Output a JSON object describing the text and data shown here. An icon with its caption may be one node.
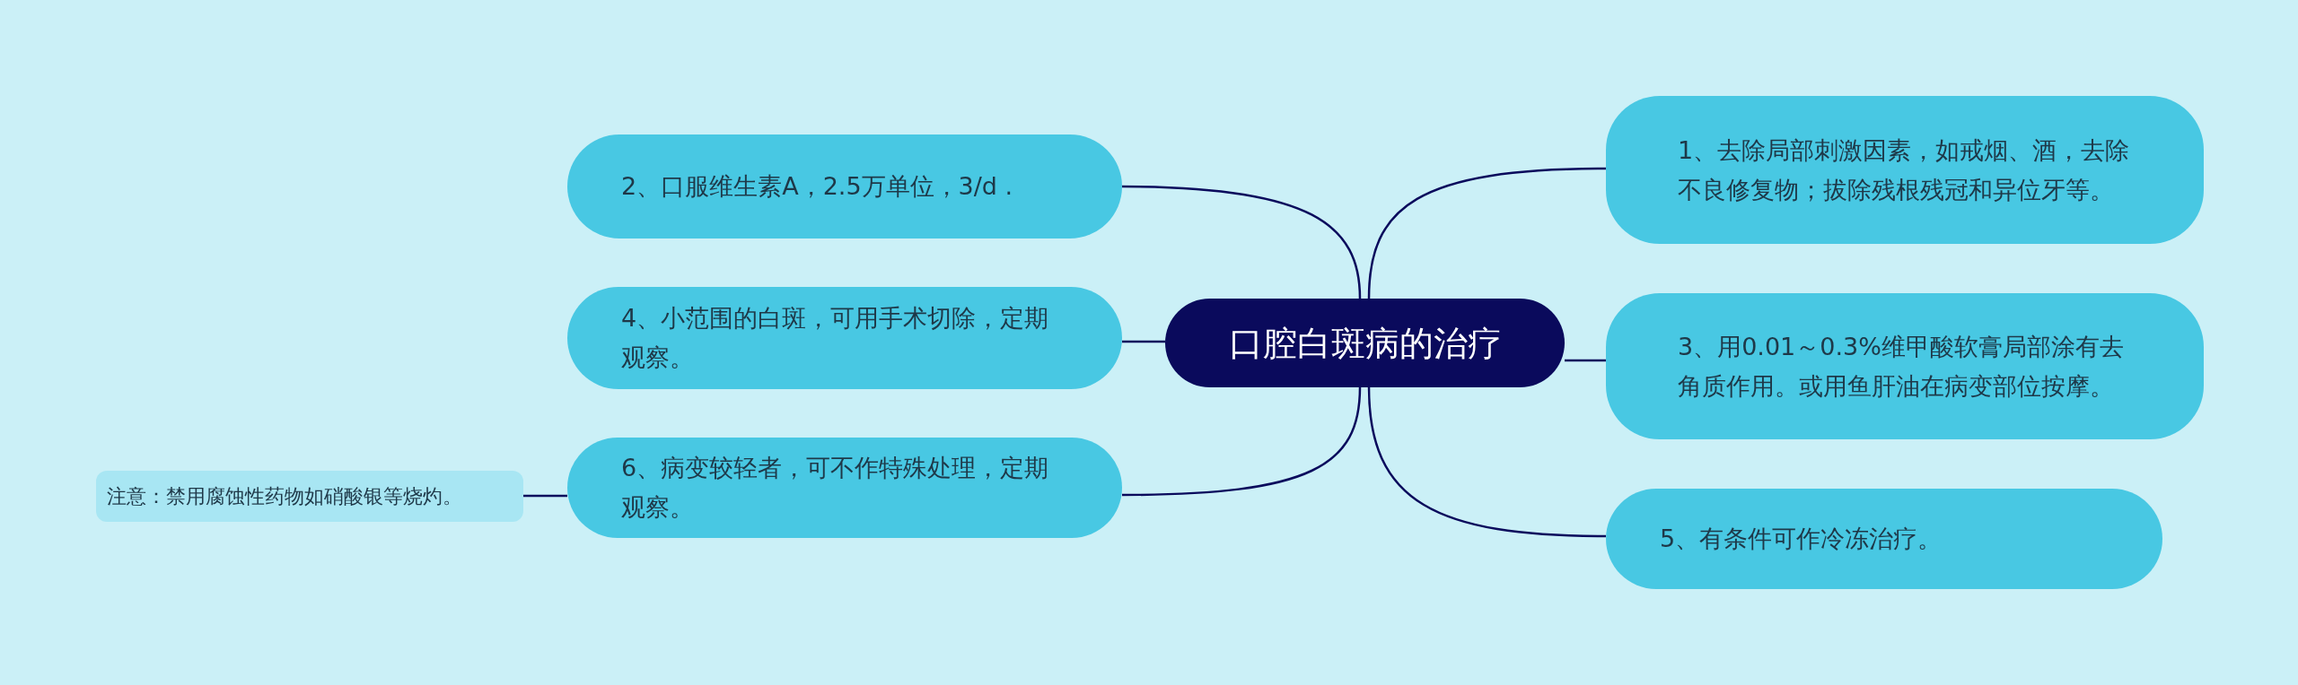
{
  "diagram": {
    "nodes": [
      {
        "text": [
          "口腔白斑病的治疗"
        ]
      },
      {
        "text": [
          "1、去除局部刺激因素，如戒烟、酒，去除不良修复物；拔除残根残冠和异位牙等。"
        ]
      },
      {
        "text": [
          "2、口服维生素A，2.5万单位，3/d ."
        ]
      },
      {
        "text": [
          "3、用0.01～0.3%维甲酸软膏局部涂有去角质作用。或用鱼肝油在病变部位按摩。"
        ]
      },
      {
        "text": [
          "4、小范围的白斑，可用手术切除，定期观察。"
        ]
      },
      {
        "text": [
          "5、有条件可作冷冻治疗。"
        ]
      },
      {
        "text": [
          "6、病变较轻者，可不作特殊处理，定期观察。"
        ]
      },
      {
        "text": [
          "注意：禁用腐蚀性药物如硝酸银等烧灼。"
        ]
      }
    ],
    "edges": [
      {
        "from": 0,
        "to": 1,
        "arrow": "none"
      },
      {
        "from": 0,
        "to": 2,
        "arrow": "none"
      },
      {
        "from": 0,
        "to": 3,
        "arrow": "none"
      },
      {
        "from": 0,
        "to": 4,
        "arrow": "none"
      },
      {
        "from": 0,
        "to": 5,
        "arrow": "none"
      },
      {
        "from": 0,
        "to": 6,
        "arrow": "none"
      },
      {
        "from": 6,
        "to": 7,
        "arrow": "none"
      }
    ]
  }
}
